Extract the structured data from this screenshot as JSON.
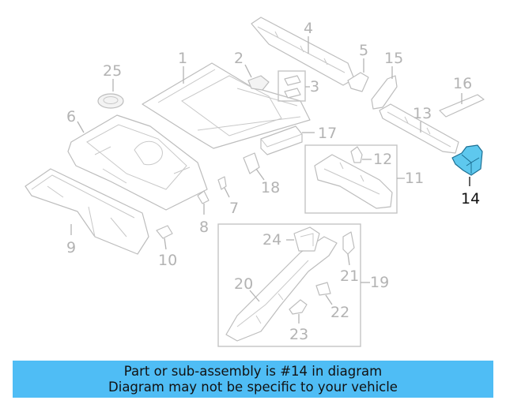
{
  "callouts": {
    "c1": "1",
    "c2": "2",
    "c3": "3",
    "c4": "4",
    "c5": "5",
    "c6": "6",
    "c7": "7",
    "c8": "8",
    "c9": "9",
    "c10": "10",
    "c11": "11",
    "c12": "12",
    "c13": "13",
    "c14": "14",
    "c15": "15",
    "c16": "16",
    "c17": "17",
    "c18": "18",
    "c19": "19",
    "c20": "20",
    "c21": "21",
    "c22": "22",
    "c23": "23",
    "c24": "24",
    "c25": "25"
  },
  "highlight": {
    "part": "14",
    "color": "#5ec8ee"
  },
  "banner": {
    "line1": "Part or sub-assembly is #14 in diagram",
    "line2": "Diagram may not be specific to your vehicle",
    "background": "#4fbdf5"
  }
}
